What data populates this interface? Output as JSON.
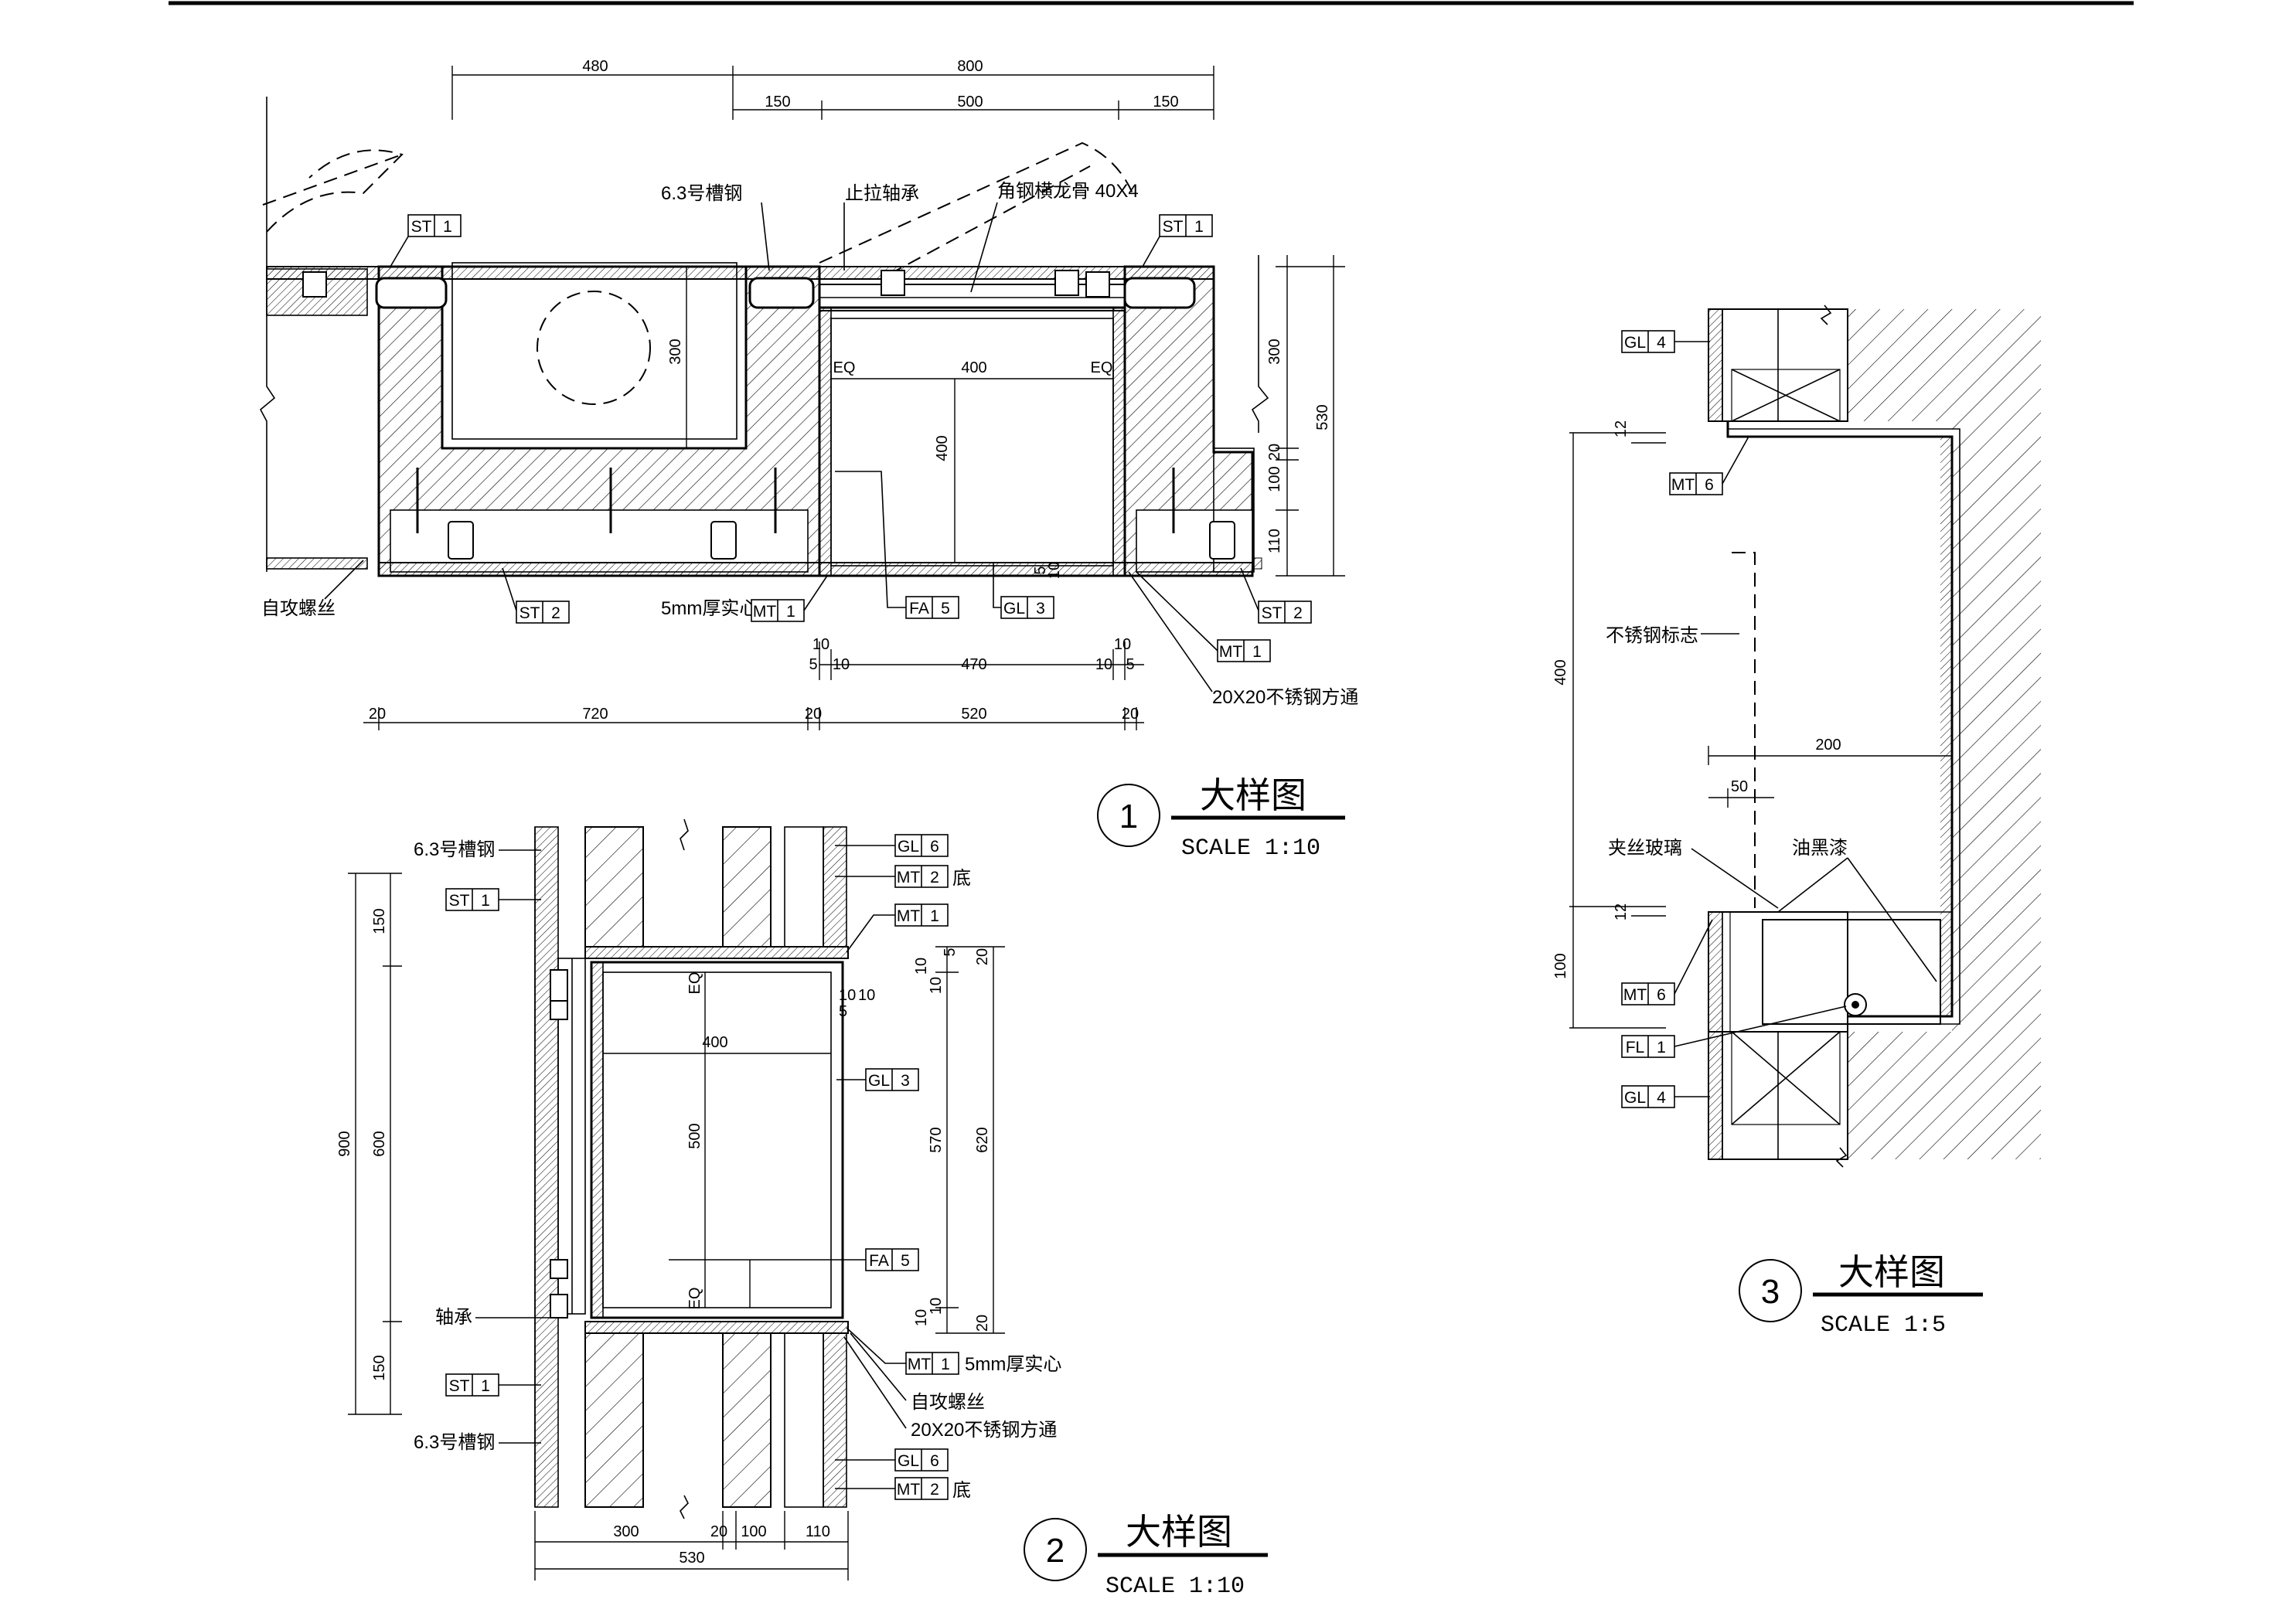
{
  "details": [
    {
      "number": "1",
      "title": "大样图",
      "scale": "SCALE 1:10",
      "dims": {
        "top_a": "480",
        "top_b": "800",
        "top_c": "150",
        "top_d": "500",
        "top_e": "150",
        "inner_width": "400",
        "inner_height": "400",
        "eq_left": "EQ",
        "eq_right": "EQ",
        "left_depth": "300",
        "right_300": "300",
        "right_20": "20",
        "right_100": "100",
        "right_110": "110",
        "right_530": "530",
        "small_5_10": "5",
        "small_10": "10",
        "bot_10a": "10",
        "bot_5a": "5",
        "bot_10b": "10",
        "bot_470": "470",
        "bot_10c": "10",
        "bot_5b": "5",
        "bot_10d": "10",
        "b2_20a": "20",
        "b2_720": "720",
        "b2_20b": "20",
        "b2_520": "520",
        "b2_20c": "20"
      },
      "labels": {
        "channel": "6.3号槽钢",
        "bearing": "止拉轴承",
        "angle_steel": "角钢横龙骨 40X4",
        "screw": "自攻螺丝",
        "solid": "5mm厚实心",
        "square_tube": "20X20不锈钢方通"
      },
      "tags": {
        "st1_left": [
          "ST",
          "1"
        ],
        "st1_right": [
          "ST",
          "1"
        ],
        "st2_left": [
          "ST",
          "2"
        ],
        "st2_right": [
          "ST",
          "2"
        ],
        "mt1_a": [
          "MT",
          "1"
        ],
        "mt1_b": [
          "MT",
          "1"
        ],
        "fa5": [
          "FA",
          "5"
        ],
        "gl3": [
          "GL",
          "3"
        ]
      }
    },
    {
      "number": "2",
      "title": "大样图",
      "scale": "SCALE 1:10",
      "dims": {
        "left_150a": "150",
        "left_600": "600",
        "left_150b": "150",
        "left_900": "900",
        "inner_width": "400",
        "inner_height": "500",
        "eq_top": "EQ",
        "eq_bot": "EQ",
        "r_570": "570",
        "r_620": "620",
        "t_10a": "10",
        "t_10b": "10",
        "t_5a": "5",
        "t_20": "20",
        "t_10c": "10",
        "t_10d": "10",
        "t_5b": "5",
        "b_10a": "10",
        "b_10b": "10",
        "b_20": "20",
        "bot_300": "300",
        "bot_20": "20",
        "bot_100": "100",
        "bot_110": "110",
        "bot_530": "530"
      },
      "labels": {
        "channel_top": "6.3号槽钢",
        "channel_bottom": "6.3号槽钢",
        "bearing": "轴承",
        "base_top": "底",
        "base_bottom": "底",
        "solid": "5mm厚实心",
        "screw": "自攻螺丝",
        "square_tube": "20X20不锈钢方通"
      },
      "tags": {
        "st1_top": [
          "ST",
          "1"
        ],
        "st1_bottom": [
          "ST",
          "1"
        ],
        "gl6_top": [
          "GL",
          "6"
        ],
        "gl6_bottom": [
          "GL",
          "6"
        ],
        "mt2_top": [
          "MT",
          "2"
        ],
        "mt2_bottom": [
          "MT",
          "2"
        ],
        "mt1_top": [
          "MT",
          "1"
        ],
        "mt1_bottom": [
          "MT",
          "1"
        ],
        "gl3": [
          "GL",
          "3"
        ],
        "fa5": [
          "FA",
          "5"
        ]
      }
    },
    {
      "number": "3",
      "title": "大样图",
      "scale": "SCALE 1:5",
      "dims": {
        "d_12a": "12",
        "d_400": "400",
        "d_12b": "12",
        "d_100": "100",
        "w_200": "200",
        "w_50": "50"
      },
      "labels": {
        "steel_sign": "不锈钢标志",
        "wired_glass": "夹丝玻璃",
        "black_paint": "油黑漆"
      },
      "tags": {
        "gl4_top": [
          "GL",
          "4"
        ],
        "gl4_bottom": [
          "GL",
          "4"
        ],
        "mt6_top": [
          "MT",
          "6"
        ],
        "mt6_bottom": [
          "MT",
          "6"
        ],
        "fl1": [
          "FL",
          "1"
        ]
      }
    }
  ]
}
